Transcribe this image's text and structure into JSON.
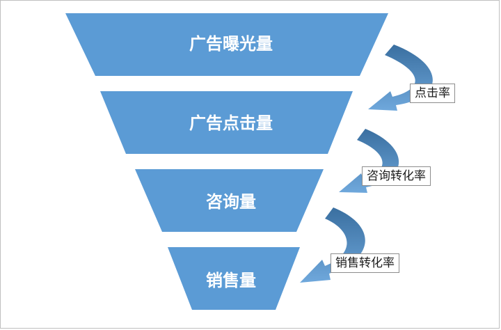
{
  "funnel": {
    "stages": [
      {
        "label": "广告曝光量"
      },
      {
        "label": "广告点击量"
      },
      {
        "label": "咨询量"
      },
      {
        "label": "销售量"
      }
    ],
    "conversion_rates": [
      {
        "label": "点击率"
      },
      {
        "label": "咨询转化率"
      },
      {
        "label": "销售转化率"
      }
    ]
  },
  "colors": {
    "stage_fill": "#5b9bd5",
    "arrow_dark": "#3a6fa0",
    "arrow_light": "#6fa8dc"
  }
}
